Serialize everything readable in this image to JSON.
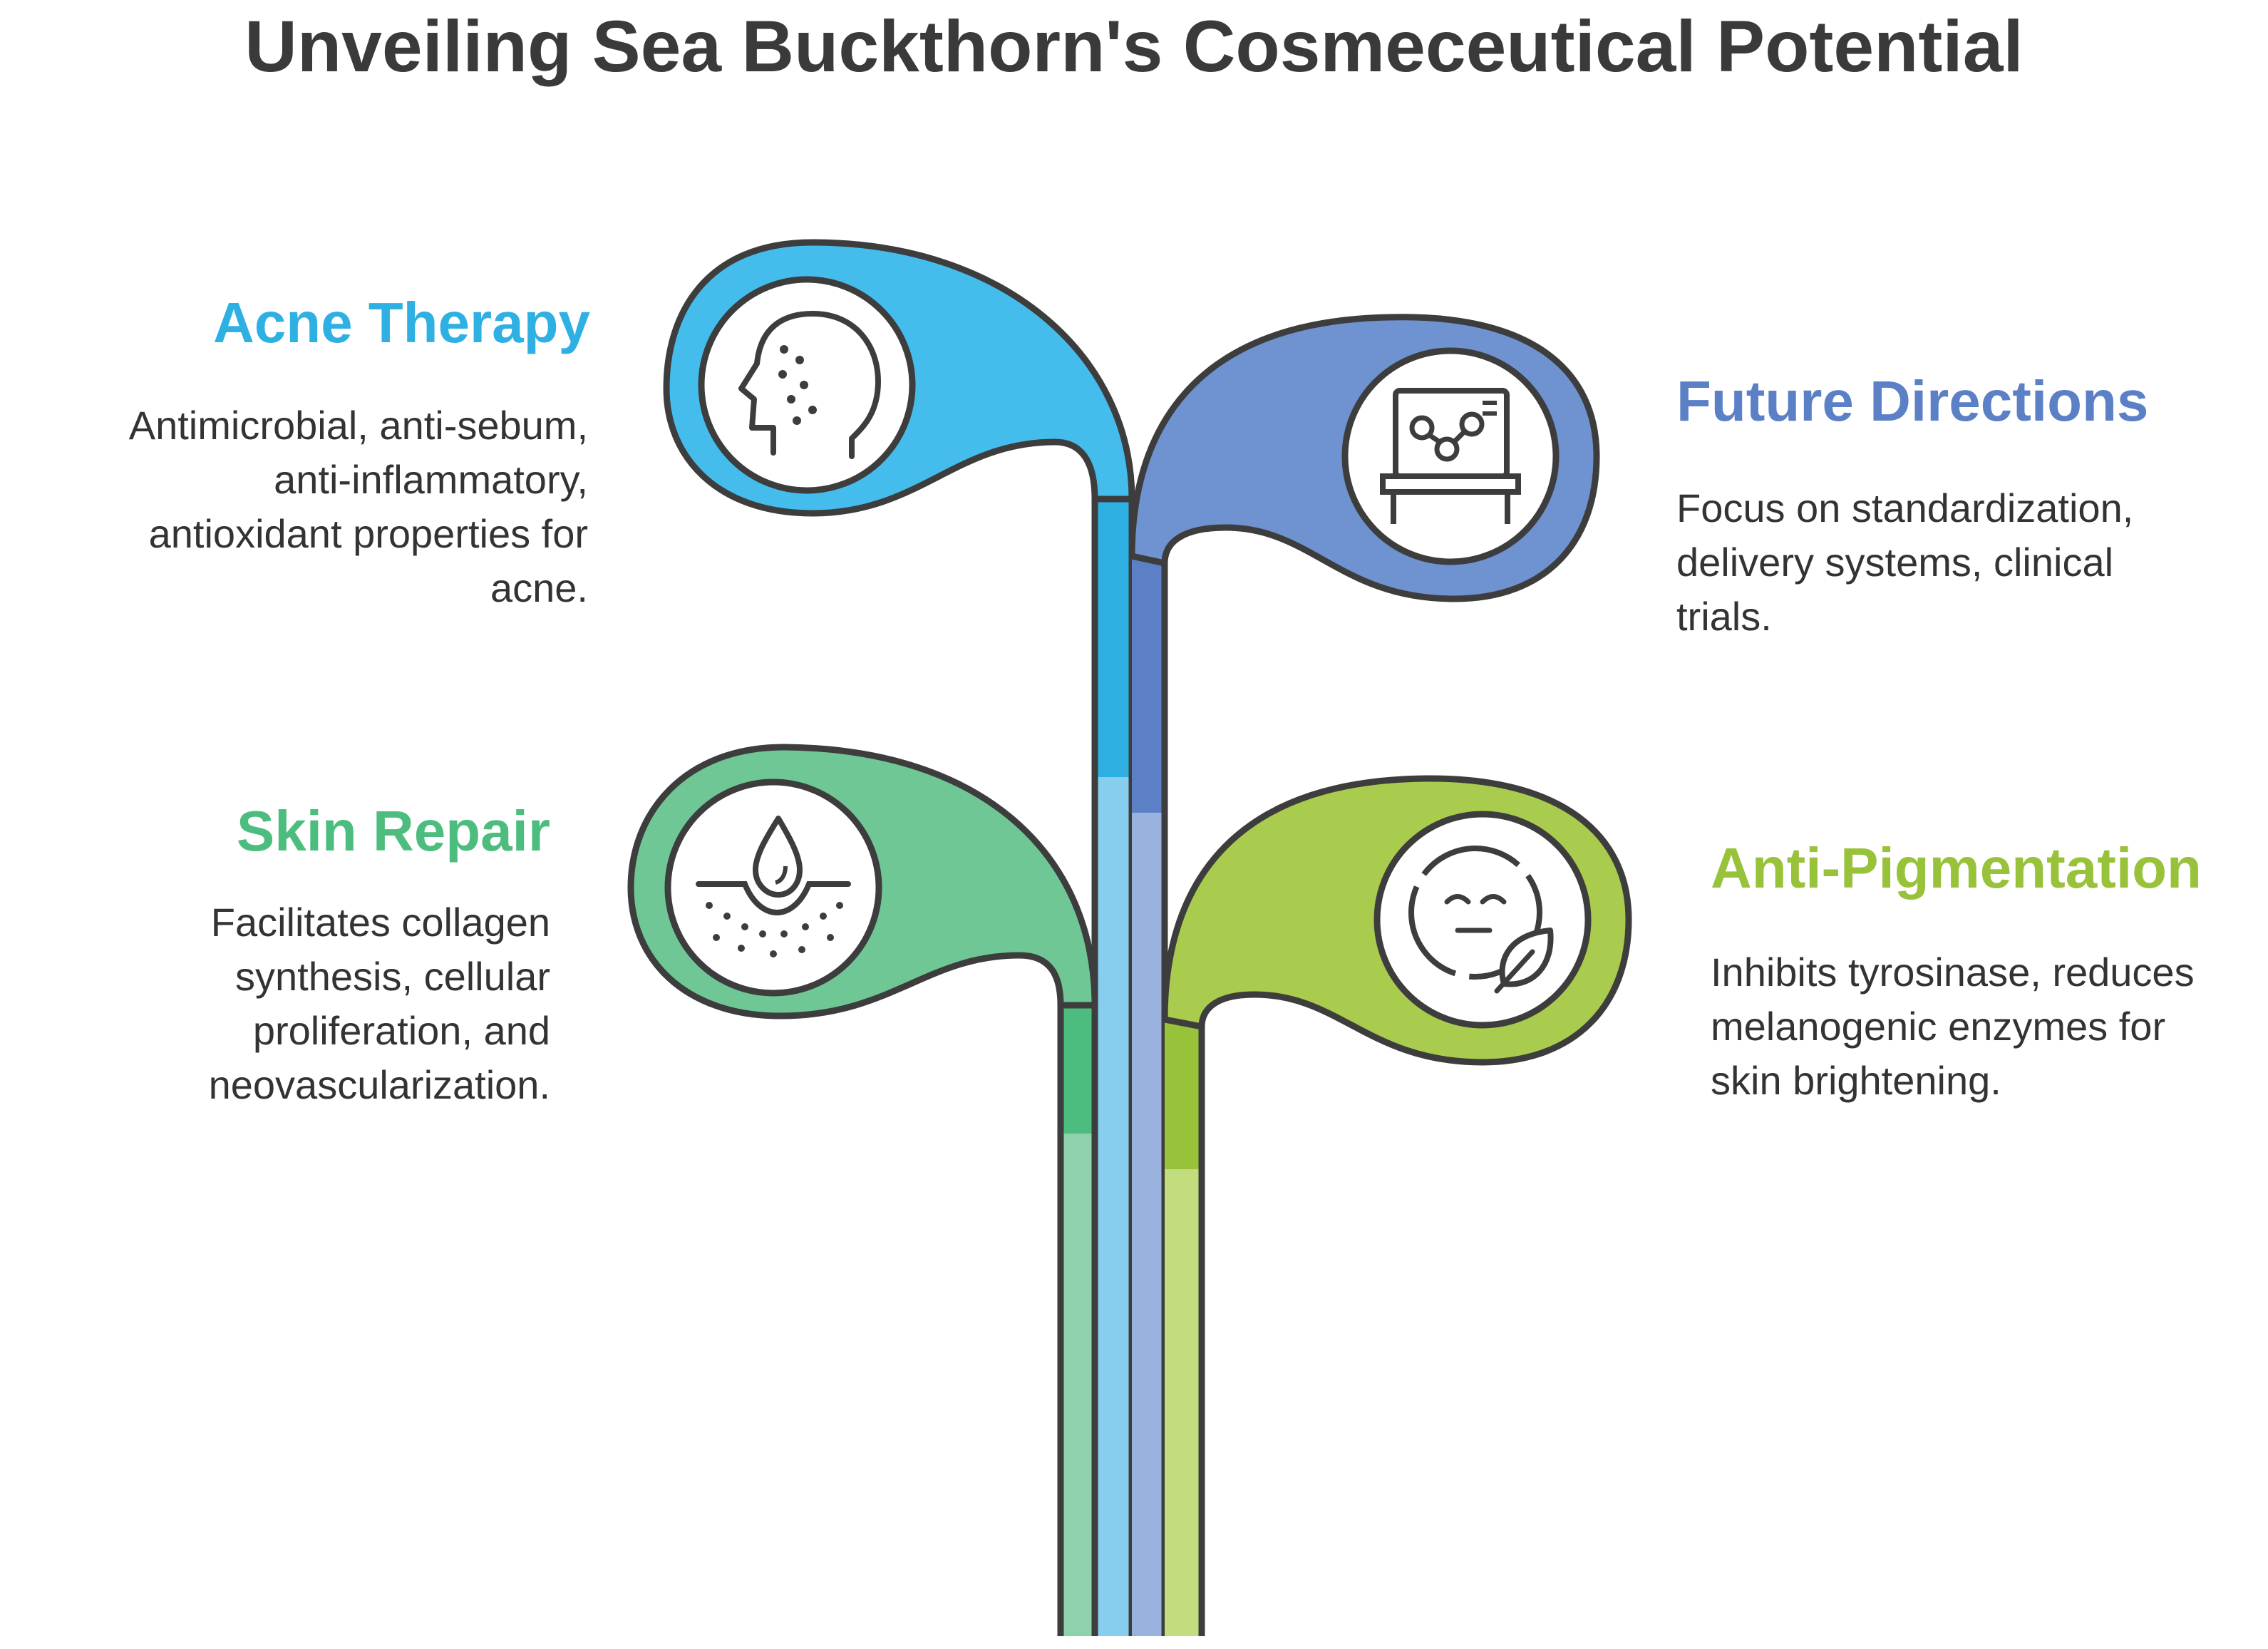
{
  "title": "Unveiling Sea Buckthorn's Cosmeceutical Potential",
  "colors": {
    "acne": "#2fb0e3",
    "future": "#5b80c6",
    "repair": "#4dbd7f",
    "pigment": "#98c23a",
    "outline": "#3d3d3d",
    "text": "#333333"
  },
  "branches": [
    {
      "key": "acne",
      "heading": "Acne Therapy",
      "lines": [
        "Antimicrobial, anti-sebum,",
        "anti-inflammatory,",
        "antioxidant properties for",
        "acne."
      ],
      "icon": "face-acne-icon",
      "side": "left"
    },
    {
      "key": "future",
      "heading": "Future Directions",
      "lines": [
        "Focus on standardization,",
        "delivery systems, clinical",
        "trials."
      ],
      "icon": "research-presentation-icon",
      "side": "right"
    },
    {
      "key": "repair",
      "heading": "Skin Repair",
      "lines": [
        "Facilitates collagen",
        "synthesis, cellular",
        "proliferation, and",
        "neovascularization."
      ],
      "icon": "skin-layer-droplet-icon",
      "side": "left"
    },
    {
      "key": "pigment",
      "heading": "Anti-Pigmentation",
      "lines": [
        "Inhibits tyrosinase, reduces",
        "melanogenic enzymes for",
        "skin brightening."
      ],
      "icon": "face-leaf-icon",
      "side": "right"
    }
  ]
}
